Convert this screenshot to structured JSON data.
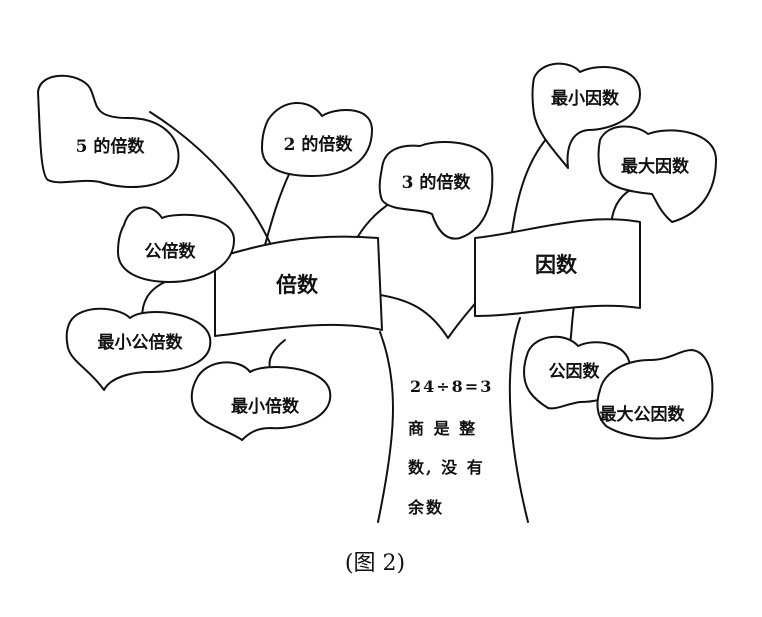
{
  "diagram": {
    "branches": {
      "multiples": "倍数",
      "factors": "因数"
    },
    "leaves": {
      "five_multiples": "5 的倍数",
      "two_multiples": "2 的倍数",
      "three_multiples": "3 的倍数",
      "common_multiples": "公倍数",
      "lcm": "最小公倍数",
      "least_multiple": "最小倍数",
      "least_factor": "最小因数",
      "greatest_factor": "最大因数",
      "common_factors": "公因数",
      "gcf": "最大公因数"
    },
    "trunk_lines": [
      "24÷8=3",
      "商 是 整",
      "数, 没 有",
      "余数"
    ],
    "caption": "(图 2)"
  }
}
